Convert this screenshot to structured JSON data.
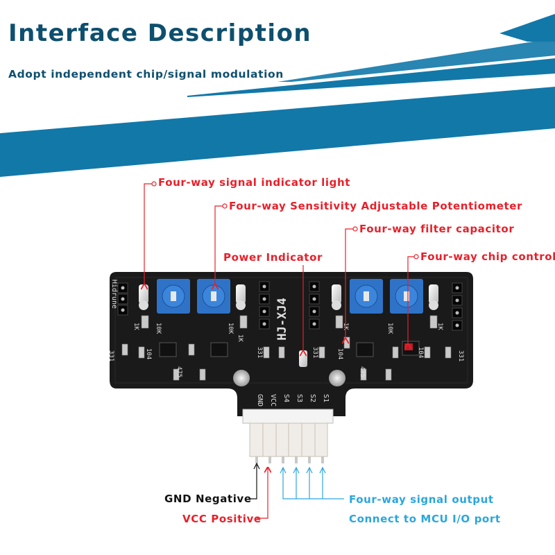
{
  "header": {
    "title": "Interface Description",
    "subtitle": "Adopt independent chip/signal modulation"
  },
  "callouts": {
    "signal_light": "Four-way signal indicator light",
    "potentiometer": "Four-way Sensitivity Adjustable Potentiometer",
    "filter_capacitor": "Four-way filter capacitor",
    "power_indicator": "Power Indicator",
    "chip_control": "Four-way chip control"
  },
  "board": {
    "model": "HJ-XJ4",
    "brand": "Hidrune",
    "pins": [
      "GND",
      "VCC",
      "S4",
      "S3",
      "S2",
      "S1"
    ],
    "component_labels": {
      "r_1k": "1K",
      "r_10k": "10K",
      "r_331": "331",
      "c_104": "104",
      "r_475": "475"
    }
  },
  "pin_legend": {
    "gnd": "GND Negative",
    "vcc": "VCC Positive",
    "signal_output": "Four-way signal output",
    "mcu_port": "Connect to MCU I/O port"
  },
  "colors": {
    "banner": "#1278a8",
    "title": "#0e4f6e",
    "callout": "#e8202a",
    "signal": "#2ba6de",
    "pcb": "#1a1a1a"
  }
}
